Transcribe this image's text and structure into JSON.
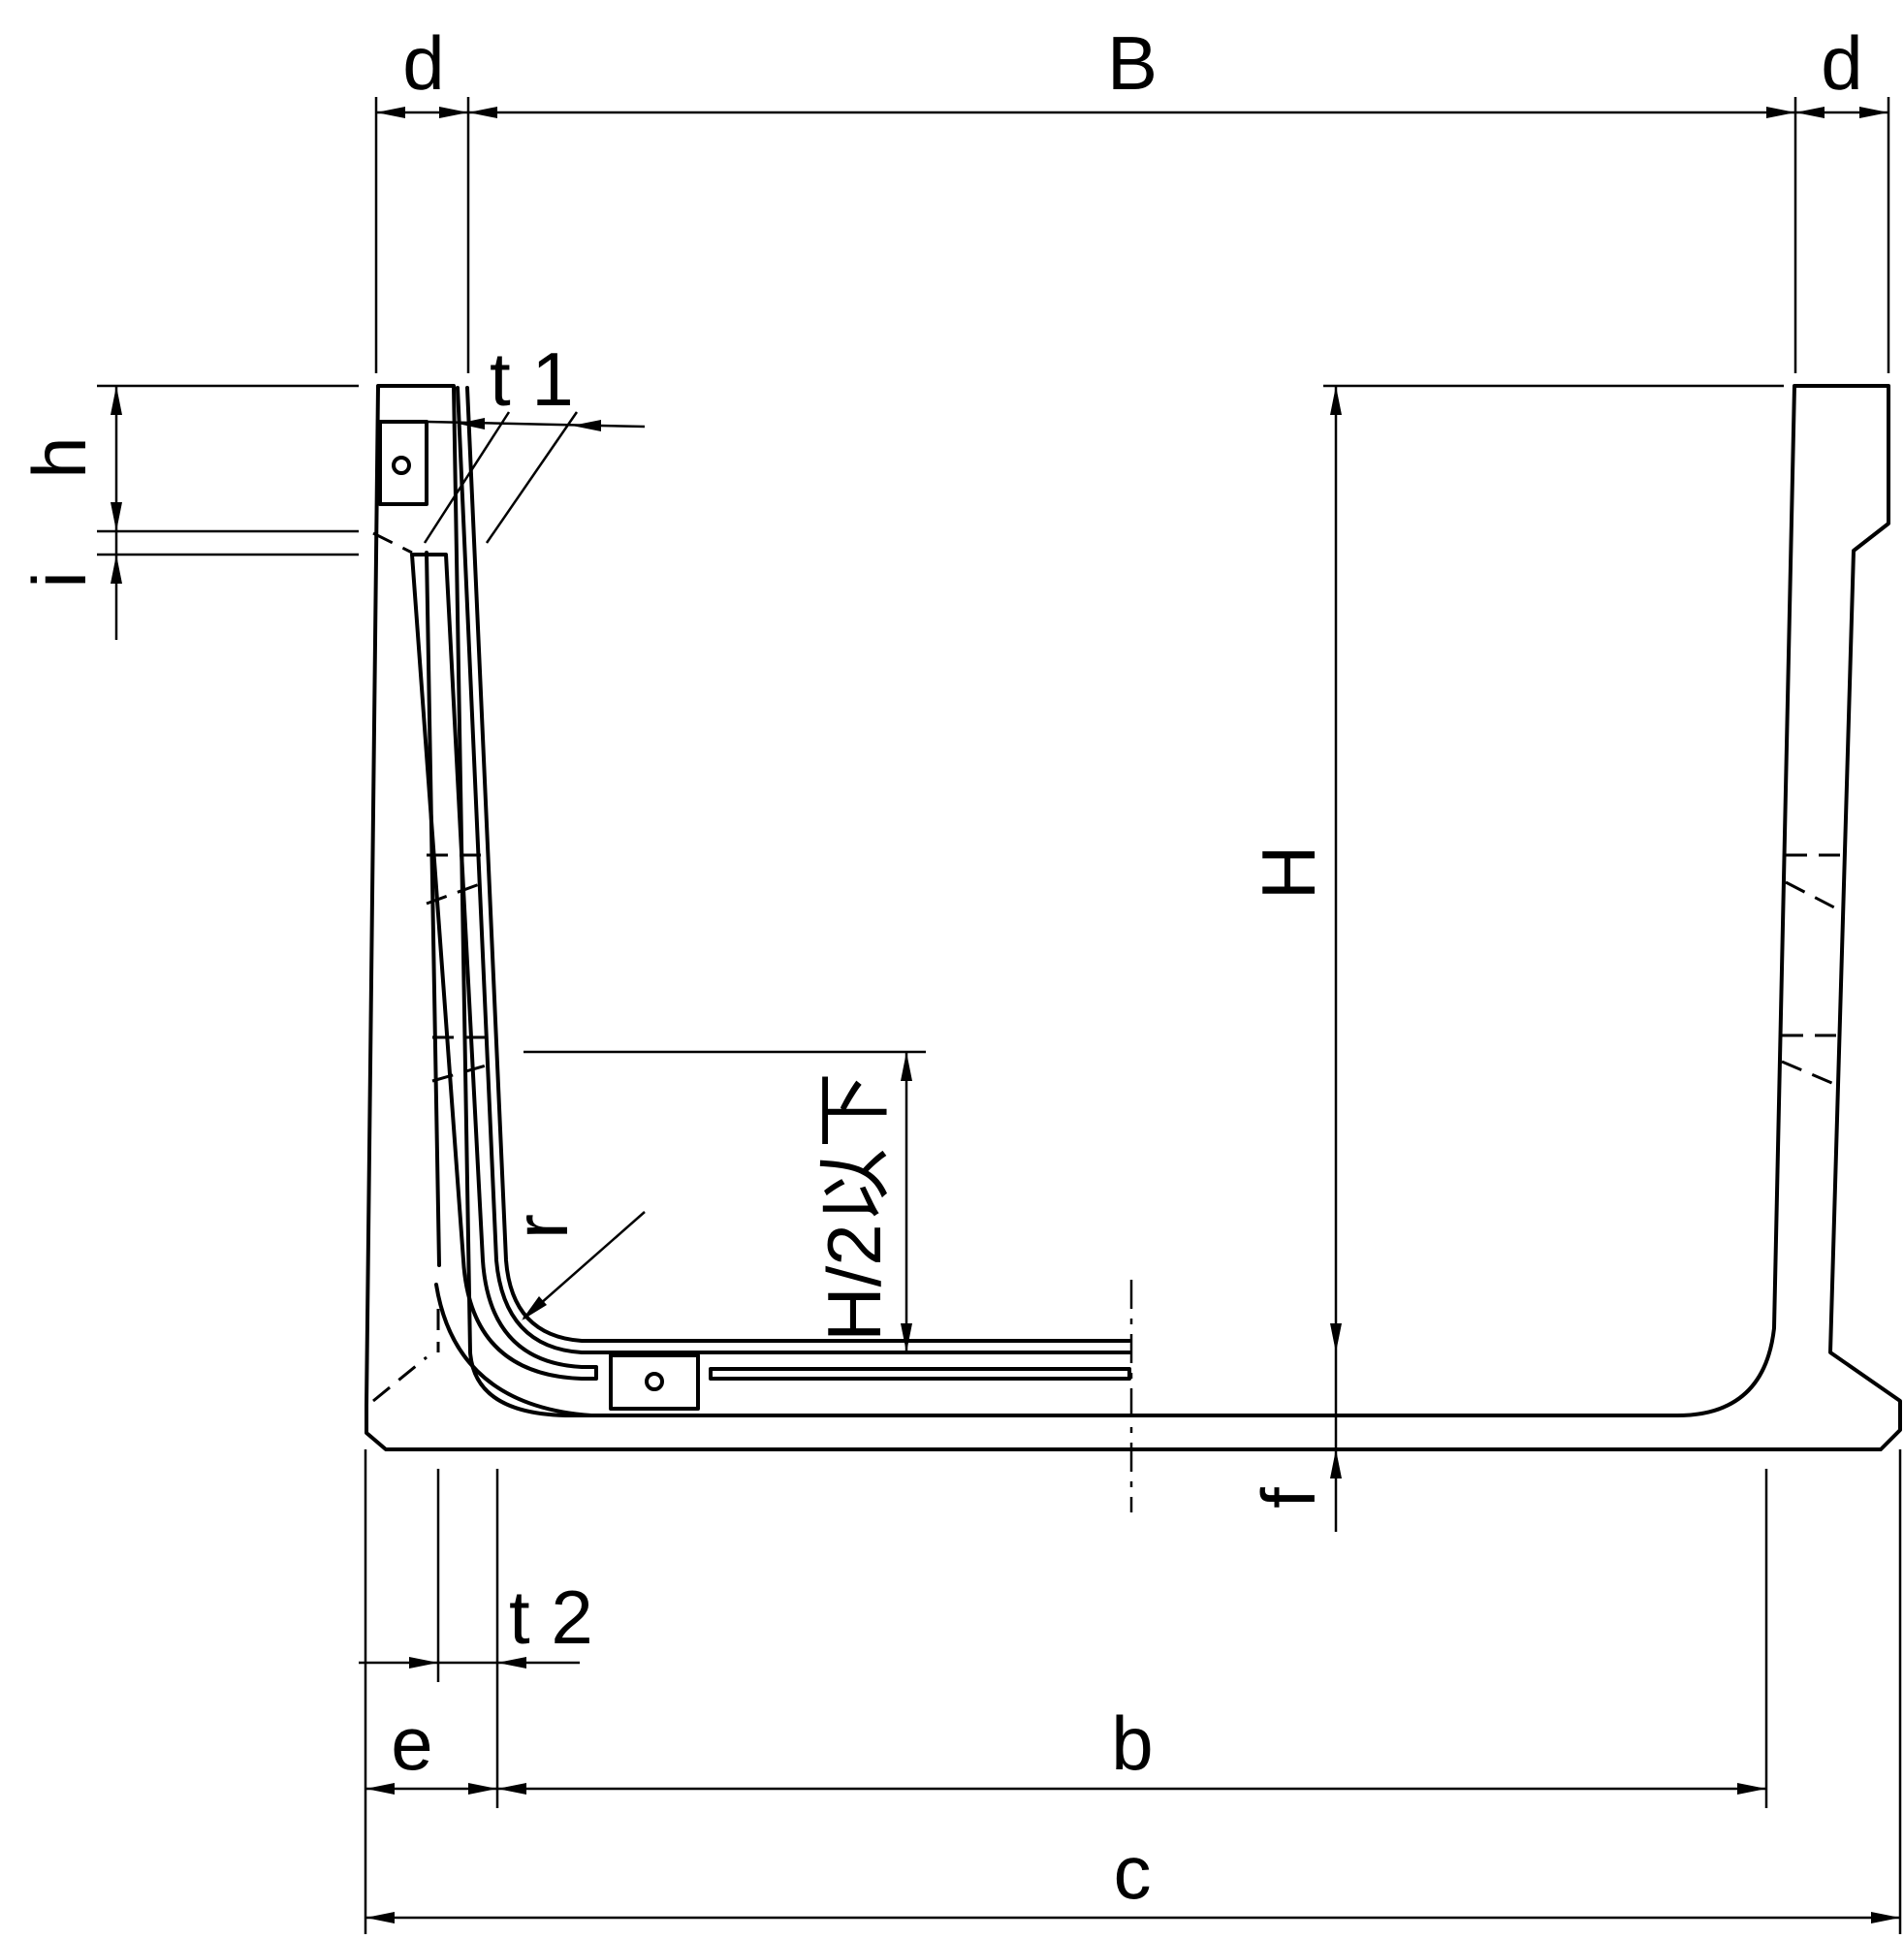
{
  "labels": {
    "d_left": "d",
    "B": "B",
    "d_right": "d",
    "t1": "t 1",
    "h": "h",
    "i": "i",
    "H": "H",
    "H_half": "H/2以下",
    "r": "r",
    "f": "f",
    "t2": "t 2",
    "e": "e",
    "b": "b",
    "c": "c"
  }
}
